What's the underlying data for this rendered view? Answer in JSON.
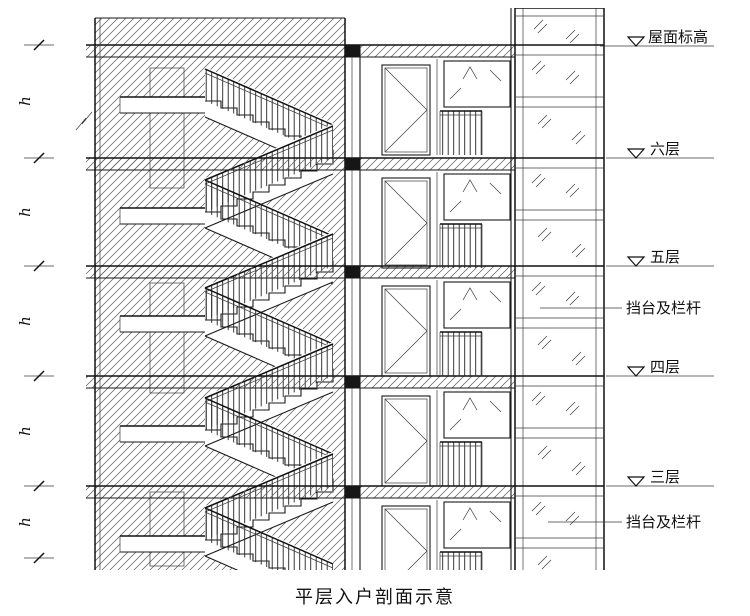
{
  "page": {
    "title_caption": "平层入户剖面示意",
    "right_annotations": {
      "roof_level": "屋面标高",
      "floor_6": "六层",
      "floor_5": "五层",
      "floor_4": "四层",
      "floor_3": "三层",
      "railing_note_upper": "挡台及栏杆",
      "railing_note_lower": "挡台及栏杆"
    },
    "left_dimensions": {
      "story_height": "h"
    },
    "colors": {
      "line": "#1a1a1a",
      "hatch": "#5a5a5a",
      "background": "#ffffff"
    }
  }
}
